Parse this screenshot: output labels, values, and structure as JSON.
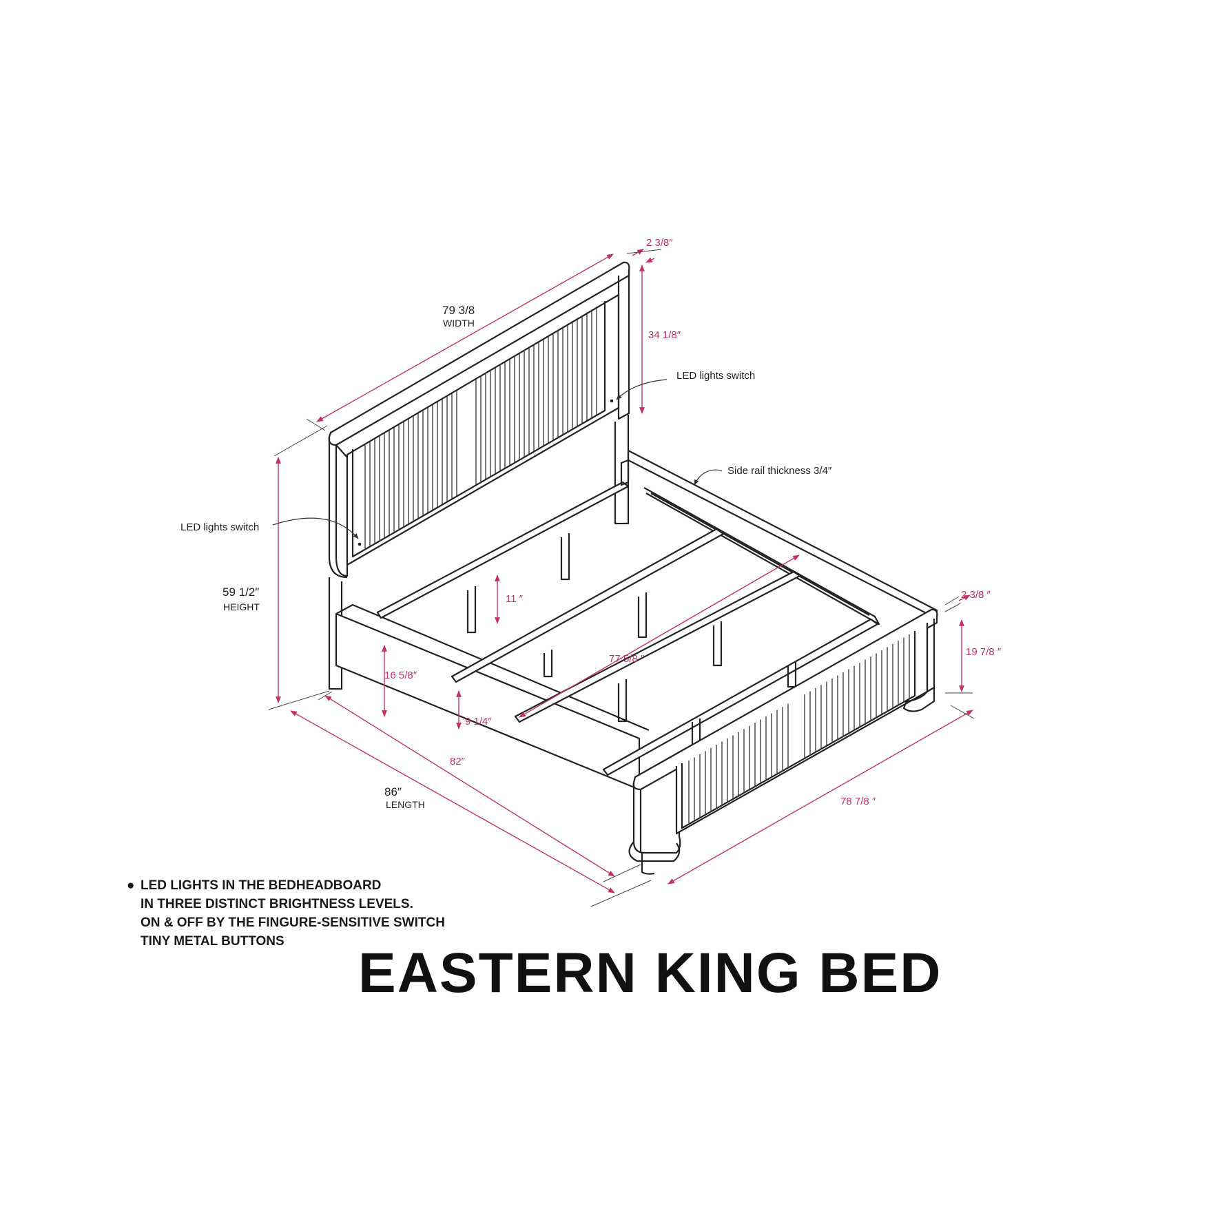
{
  "title": "EASTERN KING BED",
  "notes": [
    "LED LIGHTS IN THE BEDHEADBOARD",
    "IN THREE DISTINCT BRIGHTNESS LEVELS.",
    "ON & OFF BY THE FINGURE-SENSITIVE SWITCH",
    "TINY METAL BUTTONS"
  ],
  "callouts": {
    "led_switch_right": "LED lights switch",
    "led_switch_left": "LED lights switch",
    "side_rail": "Side rail thickness 3/4″"
  },
  "dimensions": {
    "width_value": "79  3/8",
    "width_label": "WIDTH",
    "height_value": "59  1/2″",
    "height_label": "HEIGHT",
    "length_value": "86″",
    "length_label": "LENGTH",
    "headboard_thickness": "2  3/8″",
    "headboard_panel_height": "34  1/8″",
    "footboard_thickness": "2 3/8 ″",
    "footboard_height": "19  7/8 ″",
    "rail_clearance": "11 ″",
    "inner_length": "77  5/8 ″",
    "side_rail_height": "16  5/8″",
    "slat_clearance": "9  1/4″",
    "rail_length": "82″",
    "footboard_width": "78  7/8 ″"
  },
  "colors": {
    "dimension": "#c4306b",
    "line": "#222222"
  }
}
